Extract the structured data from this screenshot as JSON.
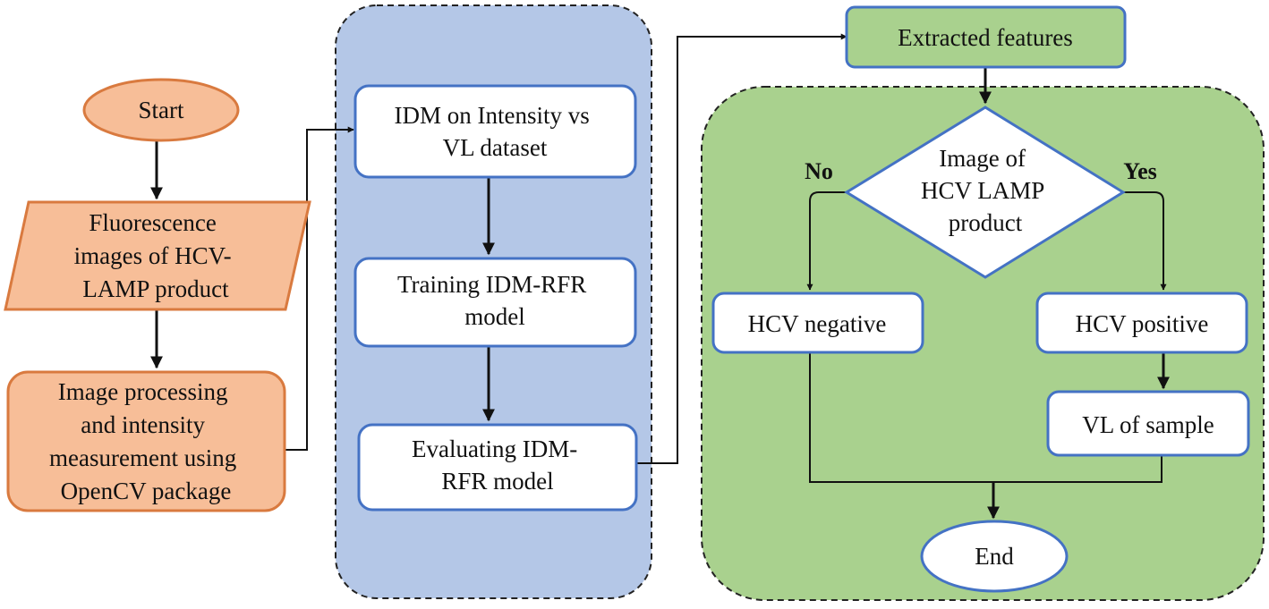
{
  "colors": {
    "orange_fill": "#f7be98",
    "orange_stroke": "#d97a3f",
    "blue_region": "#b4c7e7",
    "green_region": "#a9d18e",
    "node_stroke": "#4472c4",
    "white": "#ffffff",
    "text": "#111111"
  },
  "nodes": {
    "start": "Start",
    "fluorescence": [
      "Fluorescence",
      "images of HCV-",
      "LAMP product"
    ],
    "processing": [
      "Image processing",
      "and intensity",
      "measurement using",
      "OpenCV package"
    ],
    "idm": [
      "IDM on Intensity vs",
      "VL dataset"
    ],
    "training": [
      "Training  IDM-RFR",
      "model"
    ],
    "evaluating": [
      "Evaluating IDM-",
      "RFR model"
    ],
    "extracted": "Extracted features",
    "decision": [
      "Image of",
      "HCV LAMP",
      "product"
    ],
    "negative": "HCV negative",
    "positive": "HCV positive",
    "vl_sample": "VL  of sample",
    "end": "End"
  },
  "edge_labels": {
    "no": "No",
    "yes": "Yes"
  }
}
